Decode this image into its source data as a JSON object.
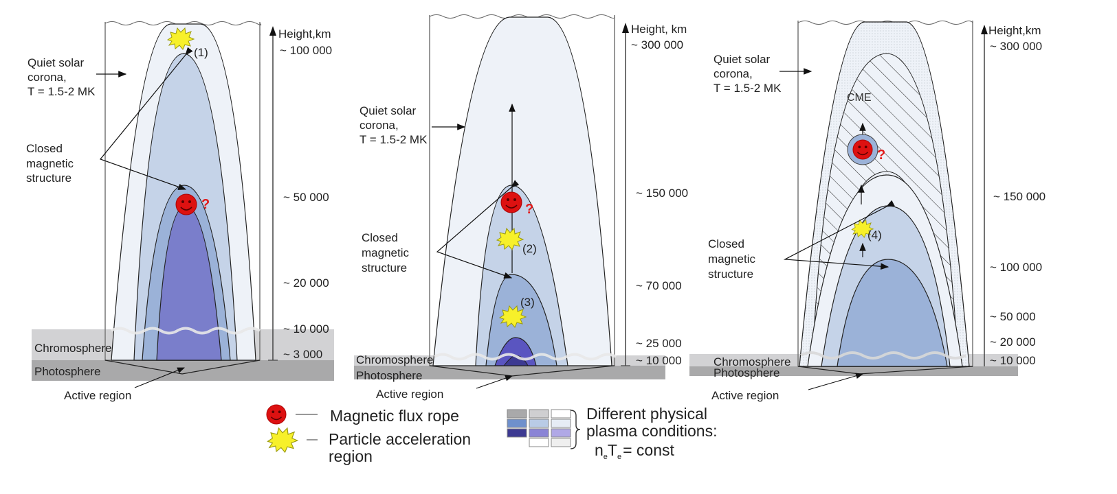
{
  "title": "Solar flare / CME magnetic structure scenarios",
  "colors": {
    "corona_outer": "#eef2f8",
    "layer_light_blue": "#c5d3e8",
    "layer_mid_blue": "#9bb2d8",
    "layer_violet": "#7a7ecb",
    "core_violet_dark": "#5a55c0",
    "chromosphere": "#d2d2d4",
    "photosphere": "#a9a9aa",
    "flux_rope": "#dd1111",
    "acceleration_region": "#f7f02a",
    "question_mark": "#e21a1a"
  },
  "panels": [
    {
      "id": "panel-1",
      "axis_title": "Height,km",
      "height_ticks": [
        "~ 100 000",
        "~ 50 000",
        "~ 20 000",
        "~ 10 000",
        "~ 3 000"
      ],
      "labels": {
        "corona": [
          "Quiet solar",
          "corona,",
          "T = 1.5-2 MK"
        ],
        "closed": [
          "Closed",
          "magnetic",
          "structure"
        ],
        "chromosphere": "Chromosphere",
        "photosphere": "Photosphere",
        "active_region": "Active region"
      },
      "acceleration_markers": [
        "(1)"
      ],
      "flux_rope_question": "?"
    },
    {
      "id": "panel-2",
      "axis_title": "Height, km",
      "height_ticks": [
        "~ 300 000",
        "~ 150 000",
        "~ 70 000",
        "~ 25 000",
        "~ 10 000"
      ],
      "labels": {
        "corona": [
          "Quiet solar",
          "corona,",
          "T = 1.5-2 MK"
        ],
        "closed": [
          "Closed",
          "magnetic",
          "structure"
        ],
        "chromosphere": "Chromosphere",
        "photosphere": "Photosphere",
        "active_region": "Active region"
      },
      "acceleration_markers": [
        "(2)",
        "(3)"
      ],
      "flux_rope_question": "?"
    },
    {
      "id": "panel-3",
      "axis_title": "Height,km",
      "height_ticks": [
        "~ 300 000",
        "~ 150 000",
        "~ 100 000",
        "~ 50 000",
        "~ 20 000",
        "~ 10 000"
      ],
      "labels": {
        "corona": [
          "Quiet solar",
          "corona,",
          "T = 1.5-2 MK"
        ],
        "closed": [
          "Closed",
          "magnetic",
          "structure"
        ],
        "chromosphere": "Chromosphere",
        "photosphere": "Photosphere",
        "active_region": "Active region",
        "cme": "CME"
      },
      "acceleration_markers": [
        "(4)"
      ],
      "flux_rope_question": "?"
    }
  ],
  "legend": {
    "flux_rope": "Magnetic flux rope",
    "acceleration": [
      "Particle acceleration",
      "region"
    ],
    "plasma": [
      "Different physical",
      "plasma conditions:"
    ],
    "plasma_formula": {
      "n": "n",
      "e1": "e",
      "T": "T",
      "e2": "e",
      "rest": "= const"
    },
    "swatches": [
      [
        "#a9a9aa",
        "#cfcfd1",
        "#ffffff"
      ],
      [
        "#6f90cc",
        "#b9cbe6",
        "#e6ecf5"
      ],
      [
        "#3d3a92",
        "#8a84d6",
        "#b0a8e6"
      ],
      [
        null,
        "#ffffff",
        "#efefef"
      ]
    ]
  }
}
